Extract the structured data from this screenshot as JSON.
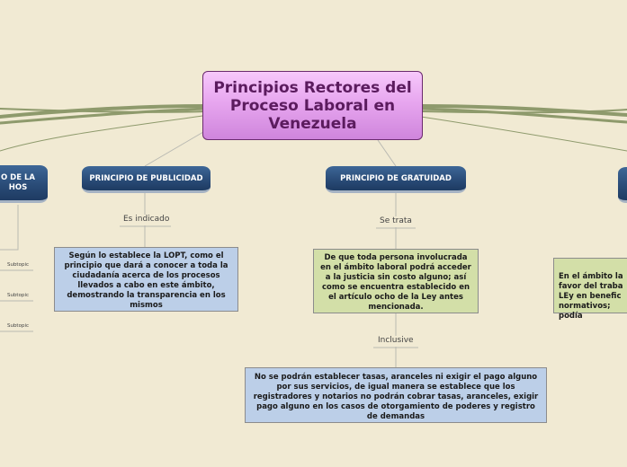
{
  "central": {
    "title": "Principios Rectores del Proceso Laboral en Venezuela"
  },
  "topics": {
    "left_partial": "O DE LA\nHOS",
    "publicidad": "PRINCIPIO DE PUBLICIDAD",
    "gratuidad": "PRINCIPIO DE GRATUIDAD"
  },
  "connectors": {
    "es_indicado": "Es indicado",
    "se_trata": "Se trata",
    "inclusive": "Inclusive"
  },
  "boxes": {
    "publicidad_text": "Según lo establece la LOPT, como el principio que dará a conocer a toda la ciudadanía acerca de los procesos llevados a cabo en este ámbito, demostrando la transparencia en los mismos",
    "gratuidad_text": "De que toda persona involucrada en el ámbito laboral podrá acceder a la justicia sin costo alguno; así como se encuentra establecido en el artículo ocho de la Ley antes mencionada.",
    "inclusive_text": "No se podrán establecer tasas, aranceles ni exigir el pago alguno por sus servicios, de igual manera se establece que los registradores y notarios no podrán cobrar tasas, aranceles, exigir pago alguno en los casos de otorgamiento de poderes y registro de demandas",
    "right_partial": "En el ámbito la\nfavor del traba\nLEy en benefic\nnormativos;\npodía"
  },
  "subtopics": [
    "Subtopic",
    "Subtopic",
    "Subtopic"
  ]
}
